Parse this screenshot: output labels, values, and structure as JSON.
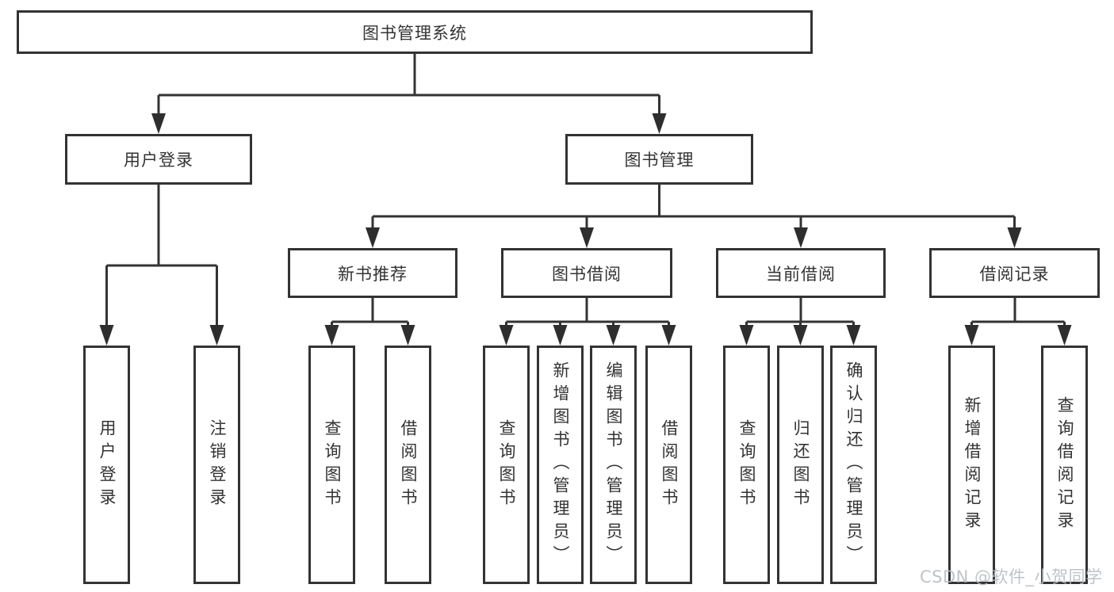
{
  "diagram": {
    "title": "图书管理系统",
    "line_color": "#333333",
    "login": {
      "label": "用户登录",
      "leaves": [
        "用户登录",
        "注销登录"
      ]
    },
    "management": {
      "label": "图书管理",
      "groups": [
        {
          "label": "新书推荐",
          "leaves": [
            "查询图书",
            "借阅图书"
          ]
        },
        {
          "label": "图书借阅",
          "leaves": [
            "查询图书",
            "新增图书（管理员）",
            "编辑图书（管理员）",
            "借阅图书"
          ]
        },
        {
          "label": "当前借阅",
          "leaves": [
            "查询图书",
            "归还图书",
            "确认归还（管理员）"
          ]
        },
        {
          "label": "借阅记录",
          "leaves": [
            "新增借阅记录",
            "查询借阅记录"
          ]
        }
      ]
    }
  },
  "watermark": {
    "text": "CSDN @软件_小贺同学",
    "color": "#b9bdc4"
  }
}
